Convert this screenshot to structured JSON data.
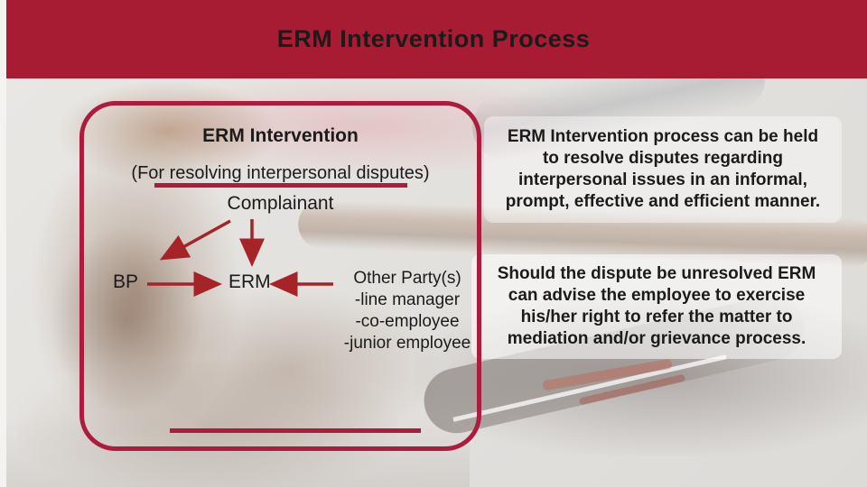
{
  "title": "ERM Intervention Process",
  "flow_box": {
    "heading": "ERM Intervention",
    "subheading": "(For resolving interpersonal disputes)",
    "complainant": "Complainant",
    "bp": "BP",
    "erm": "ERM",
    "other_party_title": "Other Party(s)",
    "other_party_items": [
      "-line manager",
      "-co-employee",
      "-junior employee"
    ]
  },
  "panels": {
    "panel1_lines": [
      "ERM Intervention process can be held",
      "to resolve disputes regarding",
      "interpersonal issues in an informal,",
      "prompt, effective and efficient manner."
    ],
    "panel2_lines": [
      "Should the dispute be unresolved ERM",
      "can advise the employee to exercise",
      "his/her right to refer the matter to",
      "mediation and/or grievance process."
    ]
  },
  "colors": {
    "header_red": "#a71c32",
    "border_crimson": "#ad1b3d",
    "arrow_red": "#a62328",
    "text_black": "#1b1b1b"
  }
}
